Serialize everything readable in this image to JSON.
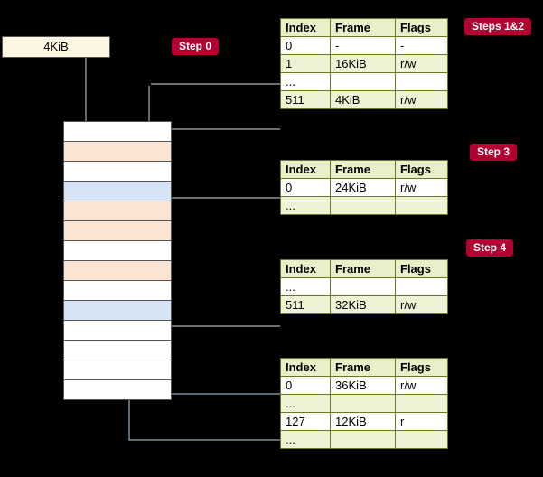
{
  "labels": {
    "steps_1_2": "Steps 1&2",
    "step_0": "Step 0",
    "step_3": "Step 3",
    "step_4": "Step 4"
  },
  "top_box": {
    "text": "4KiB"
  },
  "columns": {
    "index": "Index",
    "frame": "Frame",
    "flags": "Flags"
  },
  "tables": [
    {
      "name": "table-level0",
      "rows": [
        {
          "index": "0",
          "frame": "-",
          "flags": "-",
          "style": "plain"
        },
        {
          "index": "1",
          "frame": "16KiB",
          "flags": "r/w",
          "style": "alt"
        },
        {
          "index": "...",
          "frame": "",
          "flags": "",
          "style": "plain"
        },
        {
          "index": "511",
          "frame": "4KiB",
          "flags": "r/w",
          "style": "alt"
        }
      ]
    },
    {
      "name": "table-level1",
      "rows": [
        {
          "index": "0",
          "frame": "24KiB",
          "flags": "r/w",
          "style": "plain"
        },
        {
          "index": "...",
          "frame": "",
          "flags": "",
          "style": "alt"
        }
      ]
    },
    {
      "name": "table-level2",
      "rows": [
        {
          "index": "...",
          "frame": "",
          "flags": "",
          "style": "plain"
        },
        {
          "index": "511",
          "frame": "32KiB",
          "flags": "r/w",
          "style": "alt"
        }
      ]
    },
    {
      "name": "table-level3",
      "rows": [
        {
          "index": "0",
          "frame": "36KiB",
          "flags": "r/w",
          "style": "plain"
        },
        {
          "index": "...",
          "frame": "",
          "flags": "",
          "style": "alt"
        },
        {
          "index": "127",
          "frame": "12KiB",
          "flags": "r",
          "style": "plain"
        },
        {
          "index": "...",
          "frame": "",
          "flags": "",
          "style": "alt"
        }
      ]
    }
  ],
  "memory_cells": [
    {
      "fill": "m-white"
    },
    {
      "fill": "m-peach"
    },
    {
      "fill": "m-white"
    },
    {
      "fill": "m-blue"
    },
    {
      "fill": "m-peach"
    },
    {
      "fill": "m-peach"
    },
    {
      "fill": "m-white"
    },
    {
      "fill": "m-peach"
    },
    {
      "fill": "m-white"
    },
    {
      "fill": "m-blue"
    },
    {
      "fill": "m-white"
    },
    {
      "fill": "m-white"
    },
    {
      "fill": "m-white"
    },
    {
      "fill": "m-white"
    }
  ],
  "colors": {
    "pill_bg": "#b30030",
    "table_header_bg": "#e9f0c9",
    "table_border": "#6b7a1f",
    "memory_peach": "#fce4d2",
    "memory_blue": "#d6e4f5",
    "top_box_bg": "#fdf6e3"
  }
}
